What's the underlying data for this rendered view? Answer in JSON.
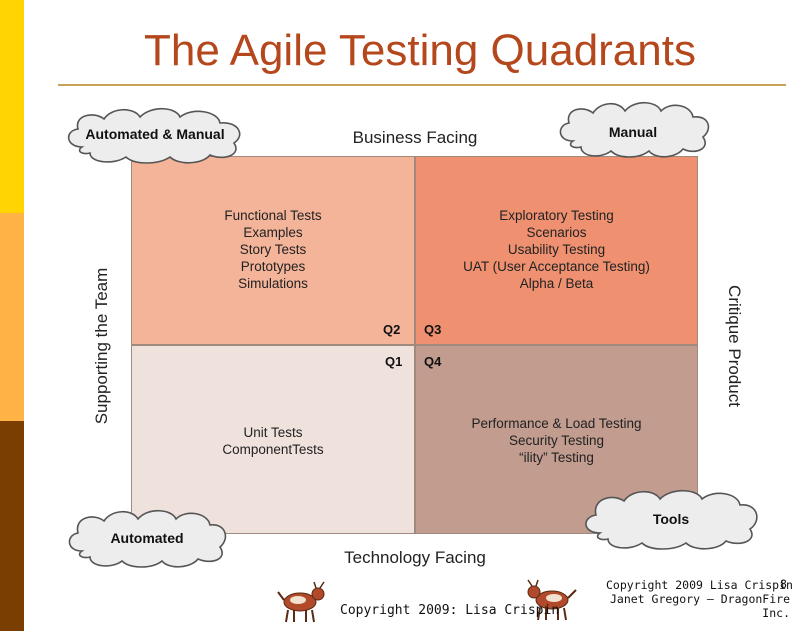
{
  "slide": {
    "title": "The Agile Testing Quadrants",
    "page_number": "8"
  },
  "axes": {
    "top": "Business Facing",
    "bottom": "Technology Facing",
    "left": "Supporting the Team",
    "right": "Critique Product"
  },
  "quadrants": {
    "q2": {
      "label": "Q2",
      "items": [
        "Functional Tests",
        "Examples",
        "Story Tests",
        "Prototypes",
        "Simulations"
      ]
    },
    "q3": {
      "label": "Q3",
      "items": [
        "Exploratory Testing",
        "Scenarios",
        "Usability Testing",
        "UAT (User Acceptance Testing)",
        "Alpha / Beta"
      ]
    },
    "q1": {
      "label": "Q1",
      "items": [
        "Unit Tests",
        "ComponentTests"
      ]
    },
    "q4": {
      "label": "Q4",
      "items": [
        "Performance & Load Testing",
        "Security Testing",
        "“ility” Testing"
      ]
    }
  },
  "clouds": {
    "top_left": "Automated & Manual",
    "top_right": "Manual",
    "bottom_left": "Automated",
    "bottom_right": "Tools"
  },
  "footer": {
    "copyright_center": "Copyright 2009: Lisa Crispin",
    "copyright_right": [
      "Copyright 2009 Lisa Crispin",
      "Janet Gregory – DragonFire",
      "Inc."
    ]
  },
  "colors": {
    "title": "#b5471c",
    "q2": "#f4b49a",
    "q3": "#ef9171",
    "q1": "#efe1dc",
    "q4": "#c19c8f",
    "side_bar_top": "#ffd400",
    "side_bar_middle": "#ffb347",
    "side_bar_bottom": "#7a3f00"
  },
  "icons": [
    "dog-logo-icon",
    "cloud-shape"
  ]
}
